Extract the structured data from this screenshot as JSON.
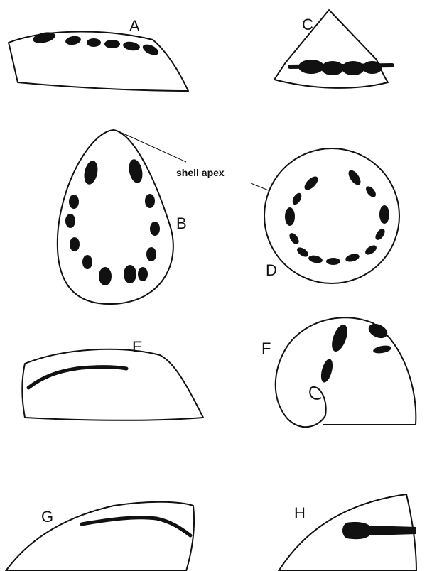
{
  "panels": {
    "a": "A",
    "b": "B",
    "c": "C",
    "d": "D",
    "e": "E",
    "f": "F",
    "g": "G",
    "h": "H"
  },
  "callout": "shell apex",
  "colors": {
    "ink": "#111111",
    "paper": "#ffffff"
  }
}
